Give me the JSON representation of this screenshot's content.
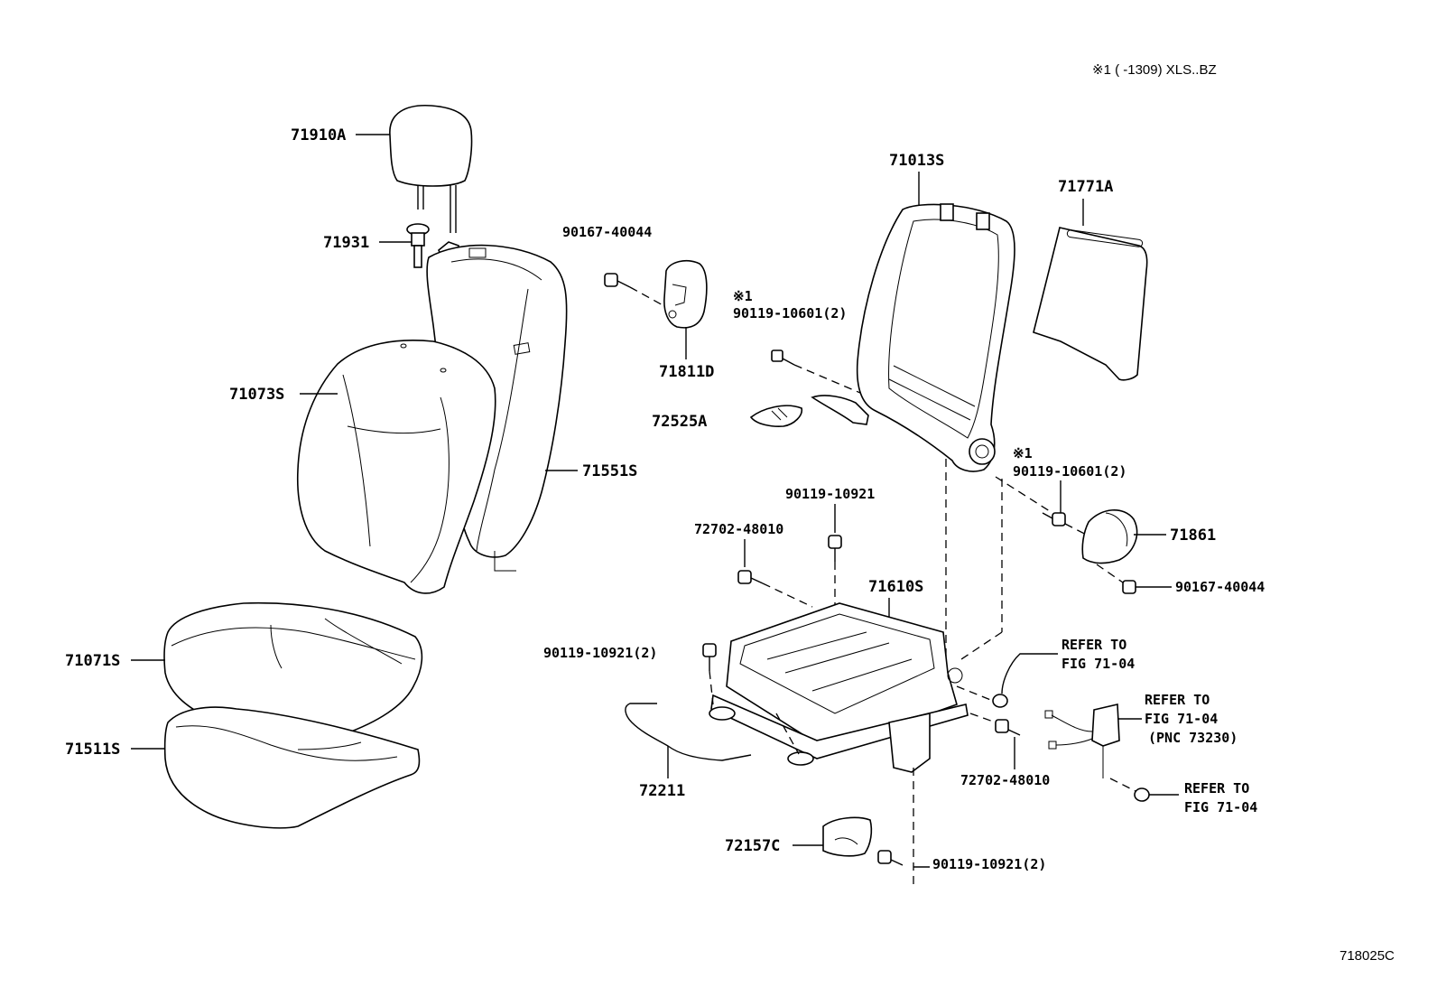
{
  "header_note": "※1 (        -1309) XLS..BZ",
  "figure_code": "718025C",
  "labels": {
    "p71910A": "71910A",
    "p71931a": "71931",
    "p71931b": "71931",
    "p71073S": "71073S",
    "p71551S": "71551S",
    "p71071S": "71071S",
    "p71511S": "71511S",
    "p90167_top": "90167-40044",
    "p71811D": "71811D",
    "note1a": "※1",
    "p90119_10601_a": "90119-10601(2)",
    "p72525A": "72525A",
    "p71013S": "71013S",
    "p71771A": "71771A",
    "note1b": "※1",
    "p90119_10601_b": "90119-10601(2)",
    "p71861": "71861",
    "p90167_right": "90167-40044",
    "p90119_10921": "90119-10921",
    "p72702_a": "72702-48010",
    "p71610S": "71610S",
    "p90119_10921_2a": "90119-10921(2)",
    "refer1_a": "REFER TO",
    "refer1_b": "FIG 71-04",
    "refer2_a": "REFER TO",
    "refer2_b": "FIG 71-04",
    "refer2_c": "(PNC 73230)",
    "p72702_b": "72702-48010",
    "refer3_a": "REFER TO",
    "refer3_b": "FIG 71-04",
    "p72211": "72211",
    "p72157C": "72157C",
    "p90119_10921_2b": "90119-10921(2)"
  }
}
